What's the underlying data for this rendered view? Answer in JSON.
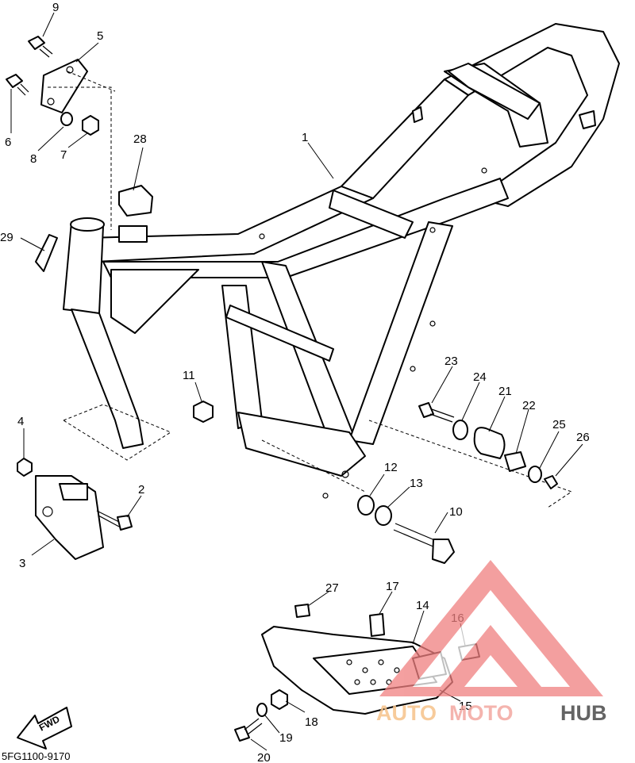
{
  "diagram": {
    "drawing_code": "5FG1100-9170",
    "fwd_label": "FWD",
    "callouts": [
      "1",
      "2",
      "3",
      "4",
      "5",
      "6",
      "7",
      "8",
      "9",
      "10",
      "11",
      "12",
      "13",
      "14",
      "15",
      "16",
      "17",
      "18",
      "19",
      "20",
      "21",
      "22",
      "23",
      "24",
      "25",
      "26",
      "27",
      "28",
      "29"
    ]
  },
  "watermark": {
    "brand_auto": "AUTO",
    "brand_moto": "MOTO",
    "brand_hub": "HUB",
    "colors": {
      "auto": "#f6c38a",
      "moto": "#f3a7a0",
      "hub": "#4a4a4a",
      "logo": "#f08080"
    }
  }
}
